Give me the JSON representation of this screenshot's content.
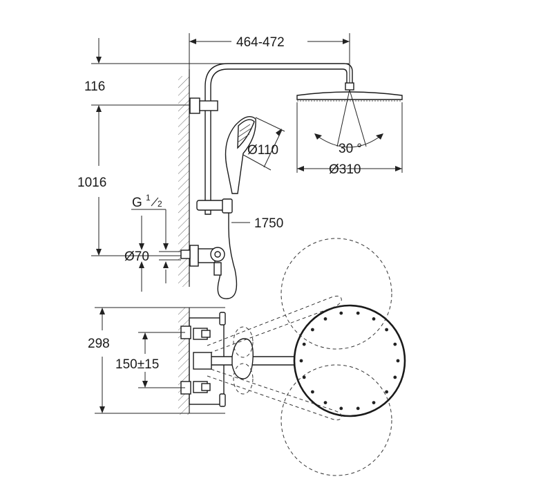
{
  "dimensions": {
    "width_range": "464-472",
    "height_top": "116",
    "height_main": "1016",
    "thread": "G",
    "thread_frac_num": "1",
    "thread_frac_den": "2",
    "pipe_diameter": "Ø70",
    "hand_shower_diameter": "Ø110",
    "head_shower_diameter": "Ø310",
    "tilt_angle": "30 °",
    "hose_length": "1750",
    "mount_height": "298",
    "center_distance": "150±15"
  }
}
